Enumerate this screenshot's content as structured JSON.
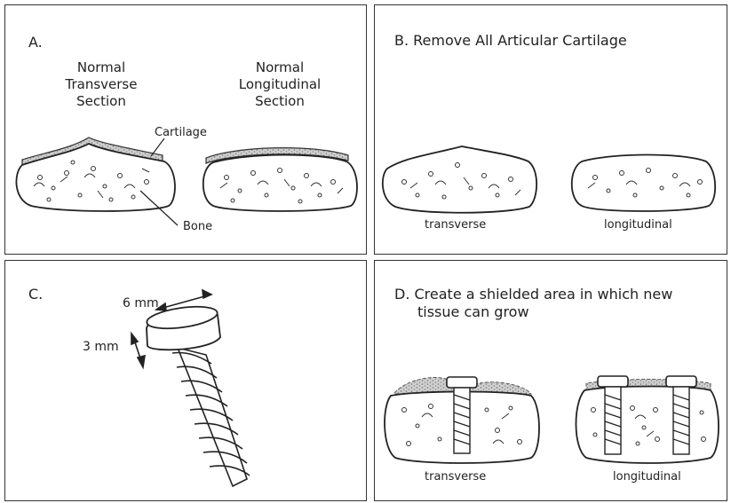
{
  "panel_a": {
    "letter": "A.",
    "transverse_line1": "Normal",
    "transverse_line2": "Transverse",
    "transverse_line3": "Section",
    "longitudinal_line1": "Normal",
    "longitudinal_line2": "Longitudinal",
    "longitudinal_line3": "Section",
    "cartilage_label": "Cartilage",
    "bone_label": "Bone"
  },
  "panel_b": {
    "title": "B. Remove All Articular Cartilage",
    "transverse_label": "transverse",
    "longitudinal_label": "longitudinal"
  },
  "panel_c": {
    "letter": "C.",
    "width_label": "6 mm",
    "height_label": "3 mm"
  },
  "panel_d": {
    "title_line1": "D. Create a shielded area in which new",
    "title_line2": "tissue can grow",
    "transverse_label": "transverse",
    "longitudinal_label": "longitudinal"
  }
}
